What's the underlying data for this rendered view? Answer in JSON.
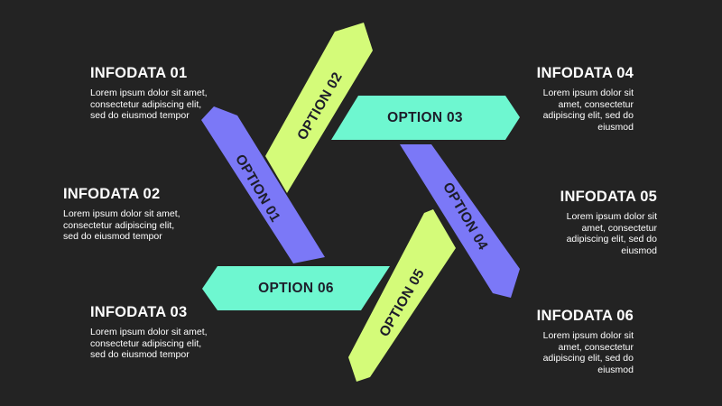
{
  "colors": {
    "background": "#232323",
    "lime": "#d4fb79",
    "mint": "#6ef7d0",
    "violet": "#7b78f7",
    "label_text": "#1d1d2a"
  },
  "options": [
    {
      "label": "OPTION 01",
      "color": "#7b78f7"
    },
    {
      "label": "OPTION 02",
      "color": "#d4fb79"
    },
    {
      "label": "OPTION 03",
      "color": "#6ef7d0"
    },
    {
      "label": "OPTION 04",
      "color": "#7b78f7"
    },
    {
      "label": "OPTION 05",
      "color": "#d4fb79"
    },
    {
      "label": "OPTION 06",
      "color": "#6ef7d0"
    }
  ],
  "infodata": [
    {
      "title": "INFODATA 01",
      "body": "Lorem ipsum dolor sit amet,\nconsectetur adipiscing elit,\nsed do eiusmod tempor"
    },
    {
      "title": "INFODATA 02",
      "body": "Lorem ipsum dolor sit amet,\nconsectetur adipiscing elit,\nsed do eiusmod tempor"
    },
    {
      "title": "INFODATA 03",
      "body": "Lorem ipsum dolor sit amet,\nconsectetur adipiscing elit,\nsed do eiusmod tempor"
    },
    {
      "title": "INFODATA 04",
      "body": "Lorem ipsum dolor sit\namet, consectetur\nadipiscing elit, sed do\neiusmod"
    },
    {
      "title": "INFODATA 05",
      "body": "Lorem ipsum dolor sit\namet, consectetur\nadipiscing elit, sed do\neiusmod"
    },
    {
      "title": "INFODATA 06",
      "body": "Lorem ipsum dolor sit\namet, consectetur\nadipiscing elit, sed do\neiusmod"
    }
  ]
}
